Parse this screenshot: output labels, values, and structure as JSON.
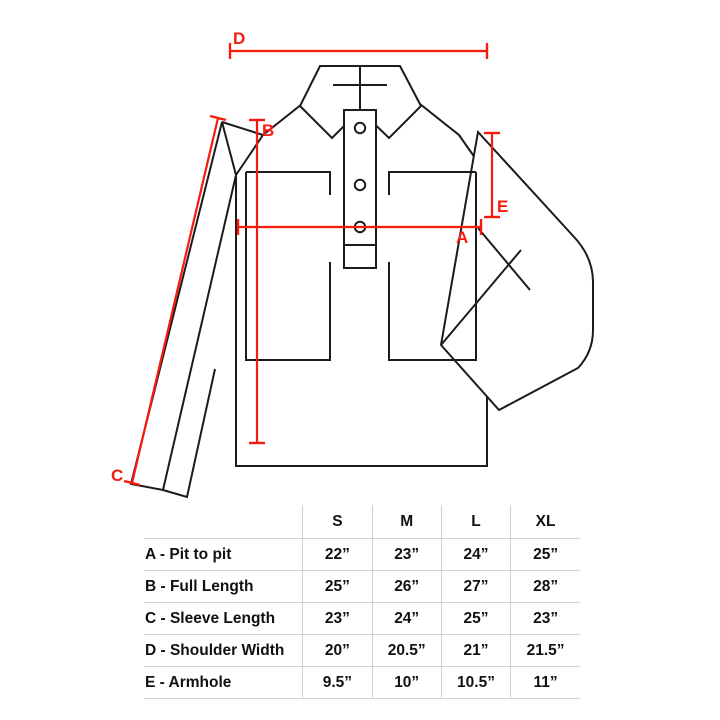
{
  "diagram": {
    "title": "shirt-measurement-diagram",
    "accent_color": "#f71a0d",
    "outline_color": "#1b1b1b",
    "markers": [
      {
        "id": "A",
        "label": "A",
        "meaning": "Pit to pit",
        "orientation": "horizontal"
      },
      {
        "id": "B",
        "label": "B",
        "meaning": "Full Length",
        "orientation": "vertical"
      },
      {
        "id": "C",
        "label": "C",
        "meaning": "Sleeve Length",
        "orientation": "diagonal"
      },
      {
        "id": "D",
        "label": "D",
        "meaning": "Shoulder Width",
        "orientation": "horizontal"
      },
      {
        "id": "E",
        "label": "E",
        "meaning": "Armhole",
        "orientation": "vertical"
      }
    ]
  },
  "table": {
    "columns": [
      "",
      "S",
      "M",
      "L",
      "XL"
    ],
    "rows": [
      {
        "label": "A - Pit to pit",
        "values": [
          "22”",
          "23”",
          "24”",
          "25”"
        ]
      },
      {
        "label": "B - Full Length",
        "values": [
          "25”",
          "26”",
          "27”",
          "28”"
        ]
      },
      {
        "label": "C - Sleeve Length",
        "values": [
          "23”",
          "24”",
          "25”",
          "23”"
        ]
      },
      {
        "label": "D - Shoulder Width",
        "values": [
          "20”",
          "20.5”",
          "21”",
          "21.5”"
        ]
      },
      {
        "label": "E - Armhole",
        "values": [
          "9.5”",
          "10”",
          "10.5”",
          "11”"
        ]
      }
    ]
  }
}
